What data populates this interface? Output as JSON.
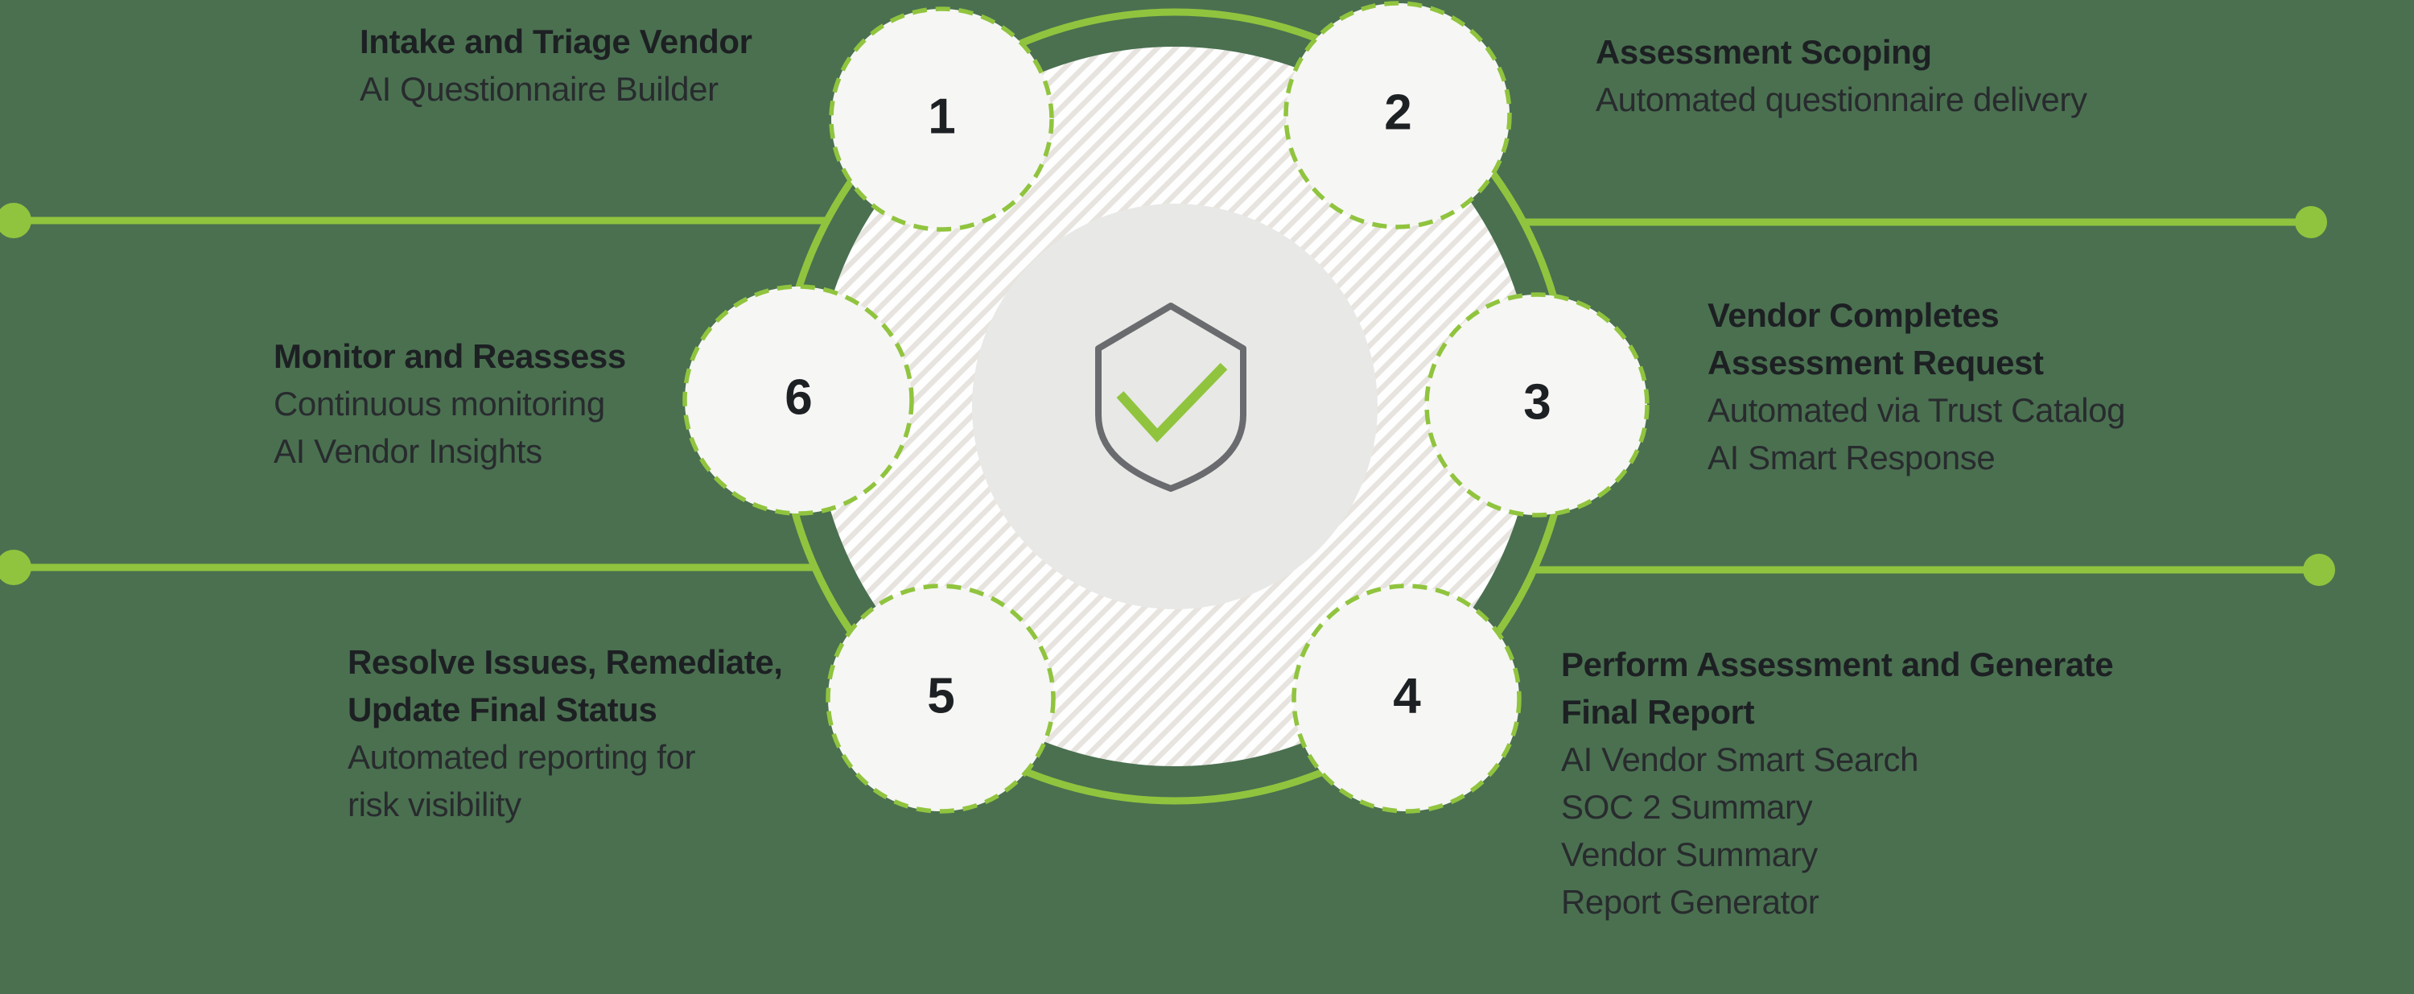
{
  "diagram_title": "vendor-risk-assessment-lifecycle",
  "colors": {
    "background": "#4A7050",
    "green": "#90C43E",
    "hatch_bg": "#FEFEFE",
    "hatch_stripe": "#E7E4DF",
    "circle_fill": "#F6F6F4",
    "disc_fill": "#E8E8E6",
    "shield_gray": "#6A6B6E",
    "title_color": "#1D2023",
    "desc_color": "#282B2E"
  },
  "center_icon": "shield-checkmark-icon",
  "steps": [
    {
      "number": "1",
      "title_lines": [
        "Intake and Triage Vendor"
      ],
      "desc_lines": [
        "AI Questionnaire Builder"
      ]
    },
    {
      "number": "2",
      "title_lines": [
        "Assessment Scoping"
      ],
      "desc_lines": [
        "Automated questionnaire delivery"
      ]
    },
    {
      "number": "3",
      "title_lines": [
        "Vendor Completes",
        "Assessment Request"
      ],
      "desc_lines": [
        "Automated via Trust Catalog",
        "AI Smart Response"
      ]
    },
    {
      "number": "4",
      "title_lines": [
        "Perform Assessment and Generate",
        "Final Report"
      ],
      "desc_lines": [
        "AI Vendor Smart Search",
        "SOC 2 Summary",
        "Vendor Summary",
        "Report Generator"
      ]
    },
    {
      "number": "5",
      "title_lines": [
        "Resolve Issues, Remediate,",
        "Update Final Status"
      ],
      "desc_lines": [
        "Automated reporting for",
        "risk visibility"
      ]
    },
    {
      "number": "6",
      "title_lines": [
        "Monitor and Reassess"
      ],
      "desc_lines": [
        "Continuous monitoring",
        "AI Vendor Insights"
      ]
    }
  ]
}
